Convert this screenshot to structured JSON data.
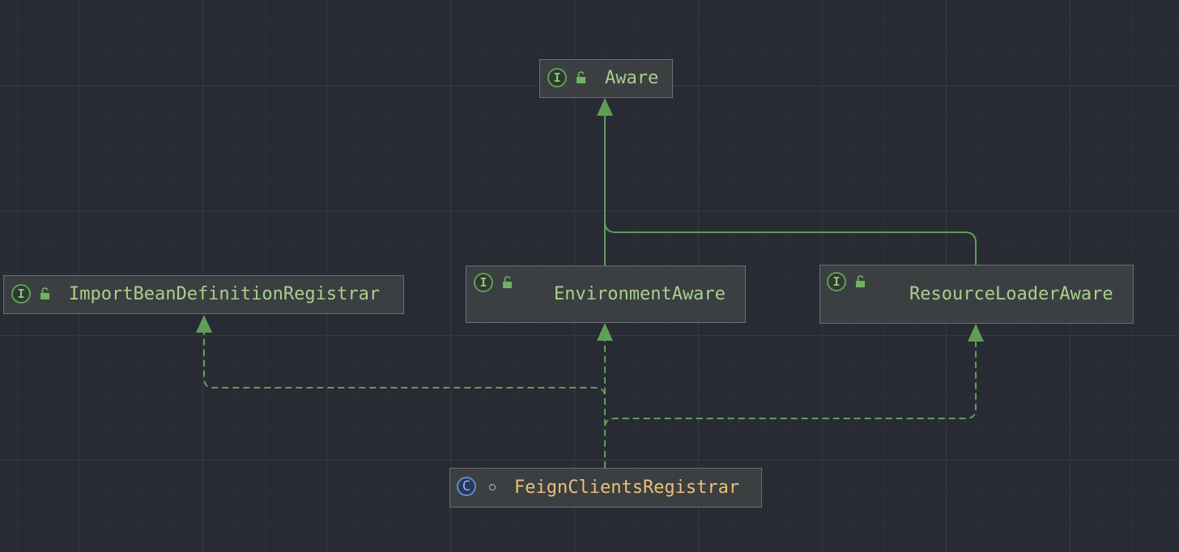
{
  "colors": {
    "edge": "#5f9e57",
    "interface_name": "#a9cf8e",
    "class_name": "#e8c17a",
    "class_badge": "#5a8dd6"
  },
  "nodes": {
    "aware": {
      "name": "Aware",
      "kind": "interface",
      "kind_glyph": "I",
      "icon": "open-lock-icon"
    },
    "import_bean": {
      "name": "ImportBeanDefinitionRegistrar",
      "kind": "interface",
      "kind_glyph": "I",
      "icon": "open-lock-icon"
    },
    "environment_aware": {
      "name": "EnvironmentAware",
      "kind": "interface",
      "kind_glyph": "I",
      "icon": "open-lock-icon"
    },
    "resource_loader_aware": {
      "name": "ResourceLoaderAware",
      "kind": "interface",
      "kind_glyph": "I",
      "icon": "open-lock-icon"
    },
    "feign_clients_registrar": {
      "name": "FeignClientsRegistrar",
      "kind": "class",
      "kind_glyph": "C",
      "icon": "package-private-dot-icon"
    }
  },
  "edges": [
    {
      "from": "EnvironmentAware",
      "to": "Aware",
      "type": "extends"
    },
    {
      "from": "ResourceLoaderAware",
      "to": "Aware",
      "type": "extends"
    },
    {
      "from": "FeignClientsRegistrar",
      "to": "ImportBeanDefinitionRegistrar",
      "type": "implements"
    },
    {
      "from": "FeignClientsRegistrar",
      "to": "EnvironmentAware",
      "type": "implements"
    },
    {
      "from": "FeignClientsRegistrar",
      "to": "ResourceLoaderAware",
      "type": "implements"
    }
  ]
}
